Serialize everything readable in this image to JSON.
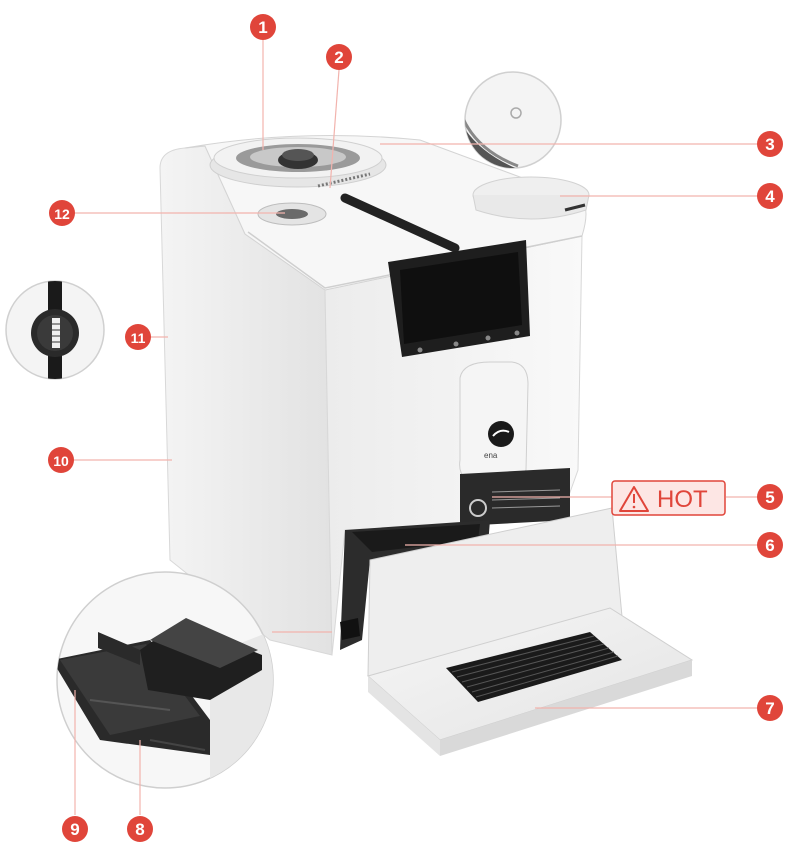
{
  "accent_color": "#e0453a",
  "warning_label": {
    "icon": "warning-triangle-icon",
    "text": "HOT"
  },
  "callouts": [
    {
      "number": "1"
    },
    {
      "number": "2"
    },
    {
      "number": "3"
    },
    {
      "number": "4"
    },
    {
      "number": "5"
    },
    {
      "number": "6"
    },
    {
      "number": "7"
    },
    {
      "number": "8"
    },
    {
      "number": "9"
    },
    {
      "number": "10"
    },
    {
      "number": "11"
    },
    {
      "number": "12"
    }
  ]
}
